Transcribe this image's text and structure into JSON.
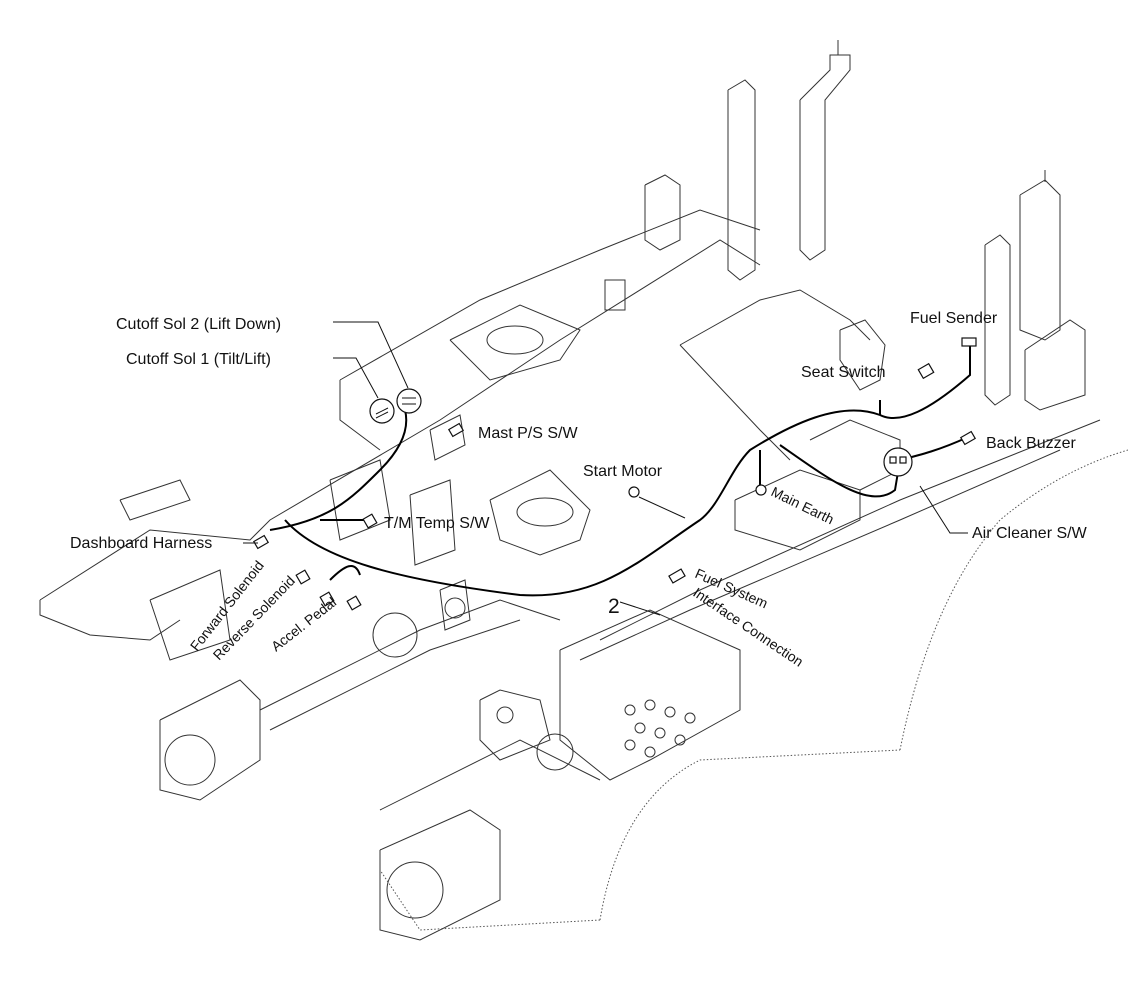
{
  "labels": {
    "cutoff_sol_2": "Cutoff Sol 2 (Lift Down)",
    "cutoff_sol_1": "Cutoff Sol 1 (Tilt/Lift)",
    "mast_ps_sw": "Mast P/S S/W",
    "start_motor": "Start Motor",
    "dashboard_harness": "Dashboard Harness",
    "tm_temp_sw": "T/M Temp S/W",
    "forward_solenoid": "Forward Solenoid",
    "reverse_solenoid": "Reverse Solenoid",
    "accel_pedal": "Accel. Pedal",
    "callout_number": "2",
    "fuel_system_line1": "Fuel System",
    "fuel_system_line2": "Interface Connection",
    "fuel_sender": "Fuel Sender",
    "seat_switch": "Seat Switch",
    "back_buzzer": "Back Buzzer",
    "main_earth": "Main Earth",
    "air_cleaner_sw": "Air Cleaner S/W"
  },
  "colors": {
    "line": "#000000",
    "frame": "#333333",
    "background": "#ffffff"
  }
}
